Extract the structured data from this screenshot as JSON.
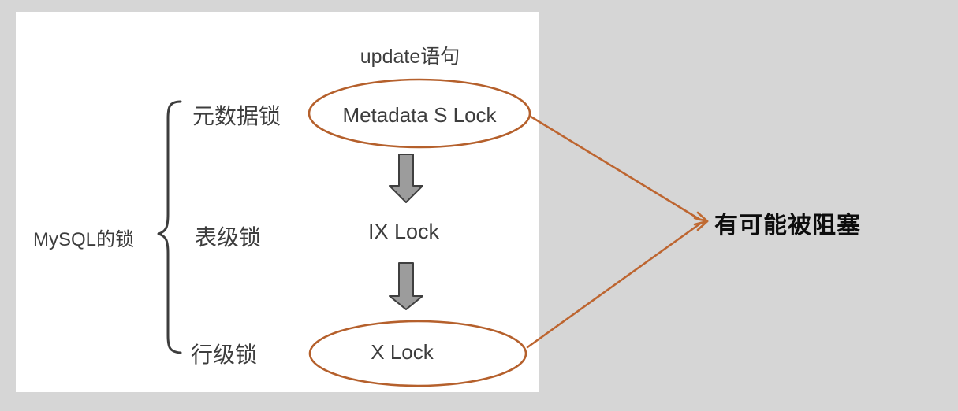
{
  "diagram": {
    "title": "update语句",
    "root_label": "MySQL的锁",
    "rows": [
      {
        "category": "元数据锁",
        "lock": "Metadata S Lock",
        "shape": "ellipse"
      },
      {
        "category": "表级锁",
        "lock": "IX Lock",
        "shape": "none"
      },
      {
        "category": "行级锁",
        "lock": "X Lock",
        "shape": "ellipse"
      }
    ],
    "flow": [
      "Metadata S Lock -> IX Lock",
      "IX Lock -> X Lock"
    ],
    "result_label": "有可能被阻塞",
    "colors": {
      "accent_orange": "#b9622f",
      "block_arrow_fill": "#9c9c9c",
      "block_arrow_stroke": "#3f3f3f",
      "diagram_text": "#3d3d3d",
      "result_text": "#0d0d0d",
      "background": "#d6d6d6",
      "panel": "#ffffff"
    }
  }
}
